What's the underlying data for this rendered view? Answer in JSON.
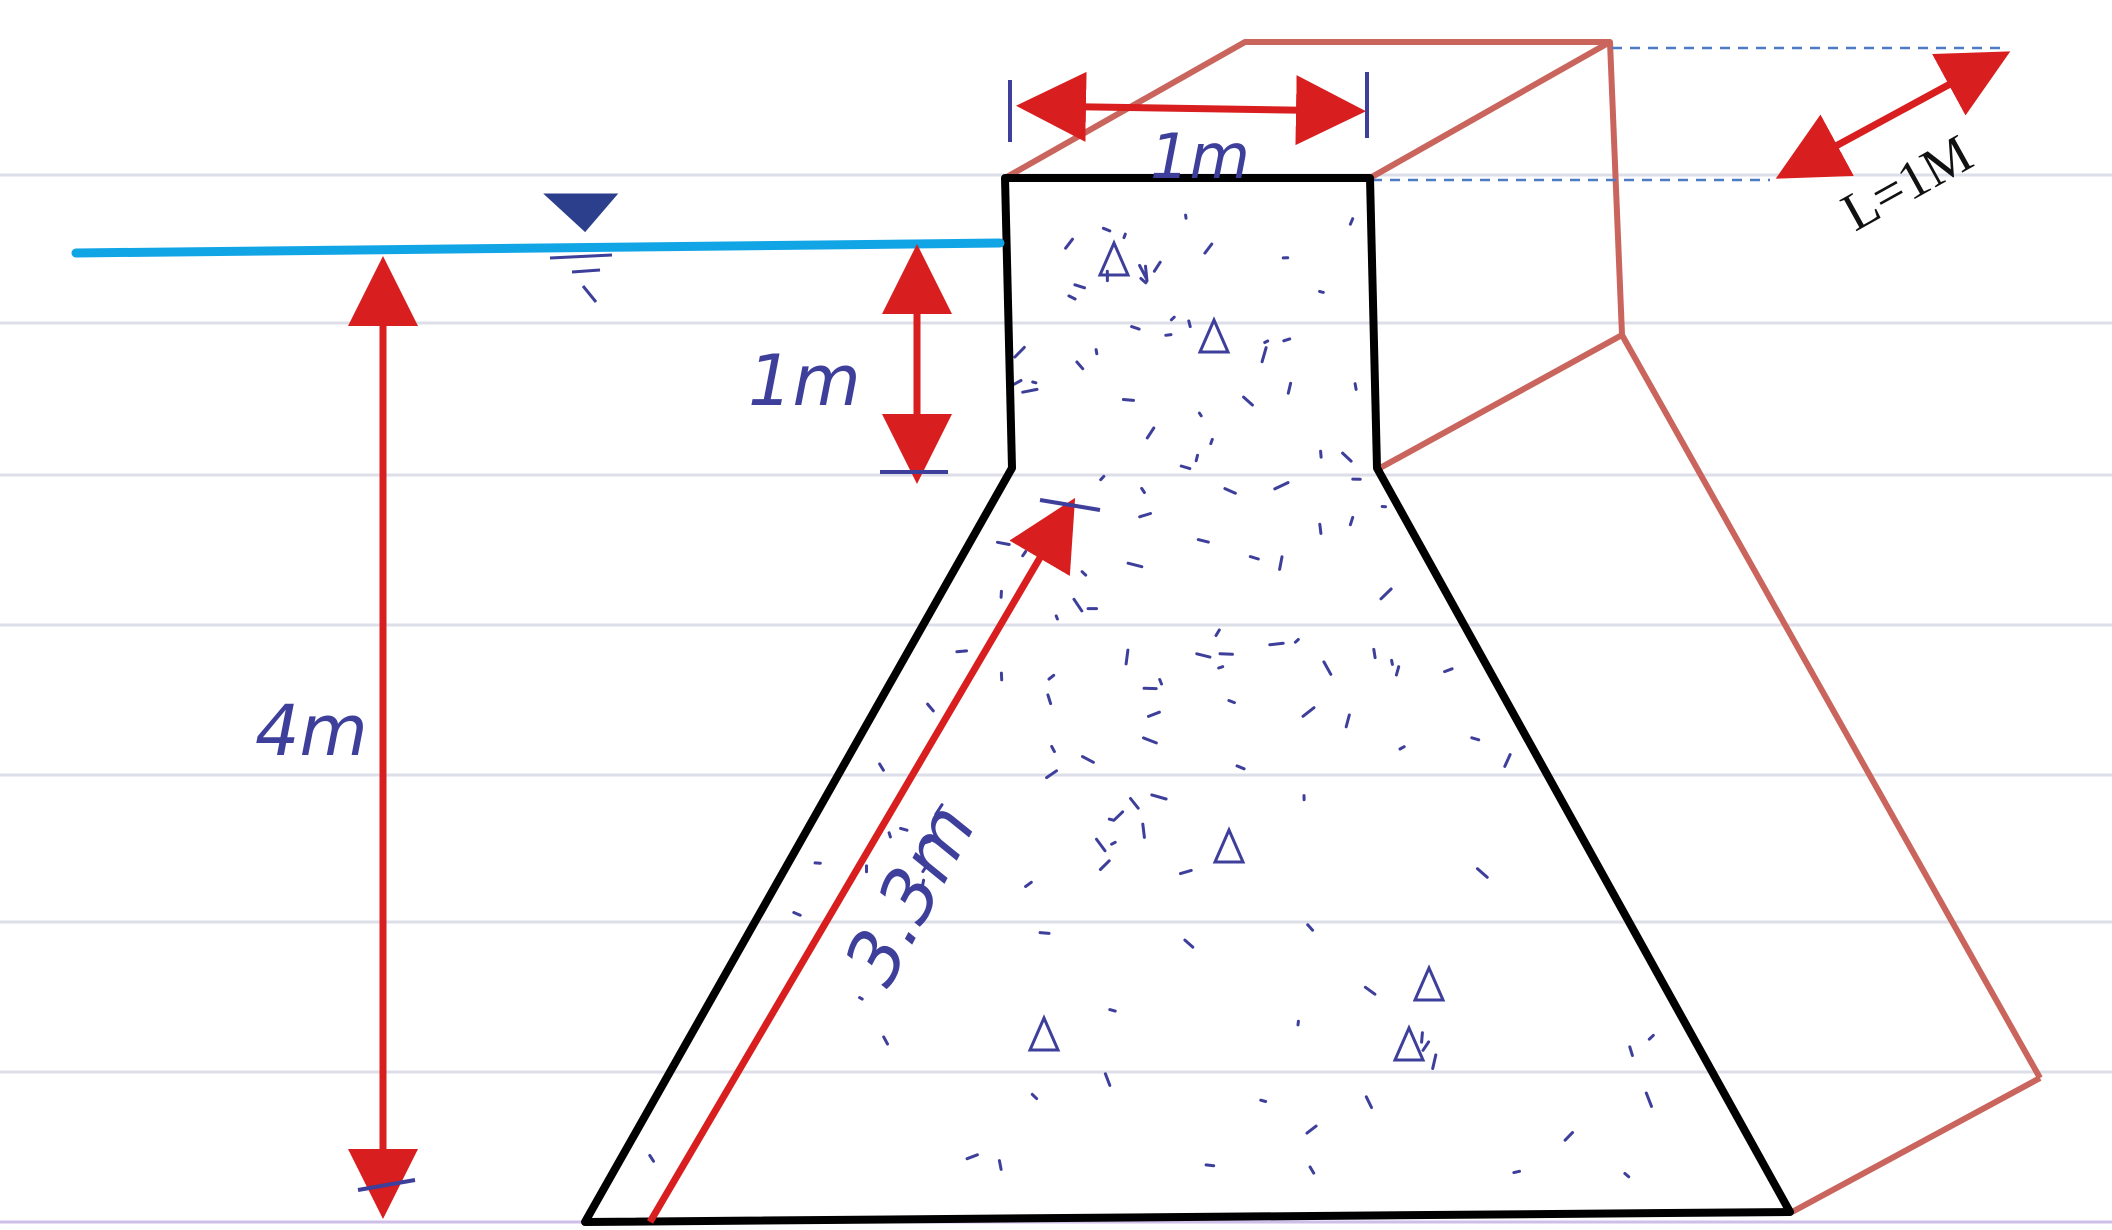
{
  "labels": {
    "water_depth": "4m",
    "freeboard": "1m",
    "crest_width": "1m",
    "slope_length": "3.3m",
    "dam_length": "L=1M"
  },
  "colors": {
    "water": "#12a5e6",
    "dimension_arrow": "#d81e1e",
    "dam_outline": "#000000",
    "perspective_outline": "#c9655d",
    "handwriting": "#3d3f9a",
    "ruled_line": "#d9dbe6",
    "dashed_guide": "#4d7cc4"
  },
  "icons": {
    "water_surface_marker": "inverted-triangle-water-symbol",
    "concrete_fill": "aggregate-triangle-marks"
  }
}
